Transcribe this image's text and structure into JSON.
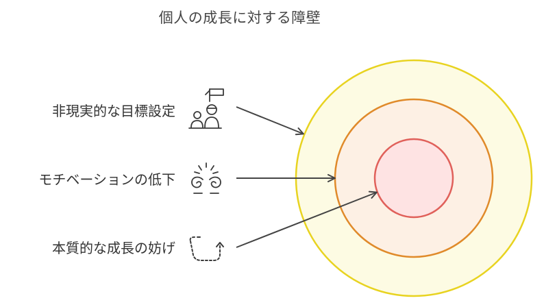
{
  "title": "個人の成長に対する障壁",
  "barriers": [
    {
      "label": "非現実的な目標設定",
      "icon": "people-with-flag-icon"
    },
    {
      "label": "モチベーションの低下",
      "icon": "fading-motivation-icon"
    },
    {
      "label": "本質的な成長の妨げ",
      "icon": "winding-path-arrow-icon"
    }
  ],
  "colors": {
    "outer_fill": "#fdfbe3",
    "outer_stroke": "#e8d320",
    "middle_fill": "#fdf0e4",
    "middle_stroke": "#e08a2a",
    "inner_fill": "#fee3e3",
    "inner_stroke": "#e0605a",
    "arrow": "#444444",
    "icon": "#3a3a3a"
  }
}
